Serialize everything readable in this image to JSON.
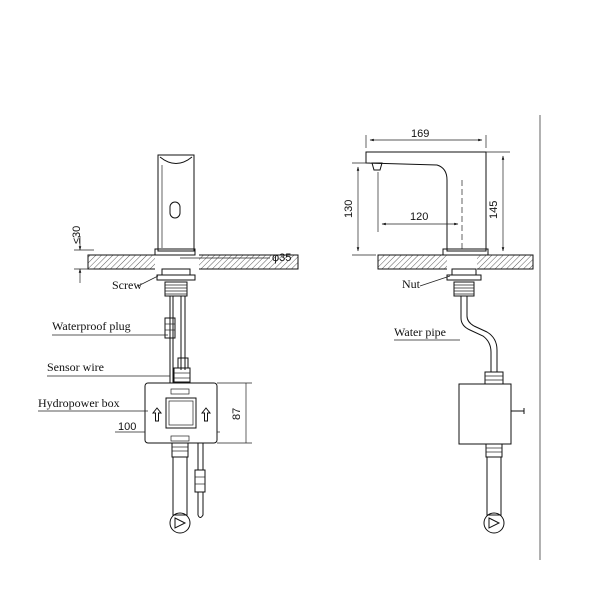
{
  "labels": {
    "screw": "Screw",
    "waterproof_plug": "Waterproof plug",
    "sensor_wire": "Sensor wire",
    "hydropower_box": "Hydropower box",
    "nut": "Nut",
    "water_pipe": "Water pipe"
  },
  "dimensions": {
    "deck_thickness": "≤30",
    "hole_diameter": "φ35",
    "box_width": "100",
    "box_height": "87",
    "spout_length": "169",
    "spout_reach": "120",
    "spout_outlet_height": "130",
    "faucet_height": "145"
  }
}
